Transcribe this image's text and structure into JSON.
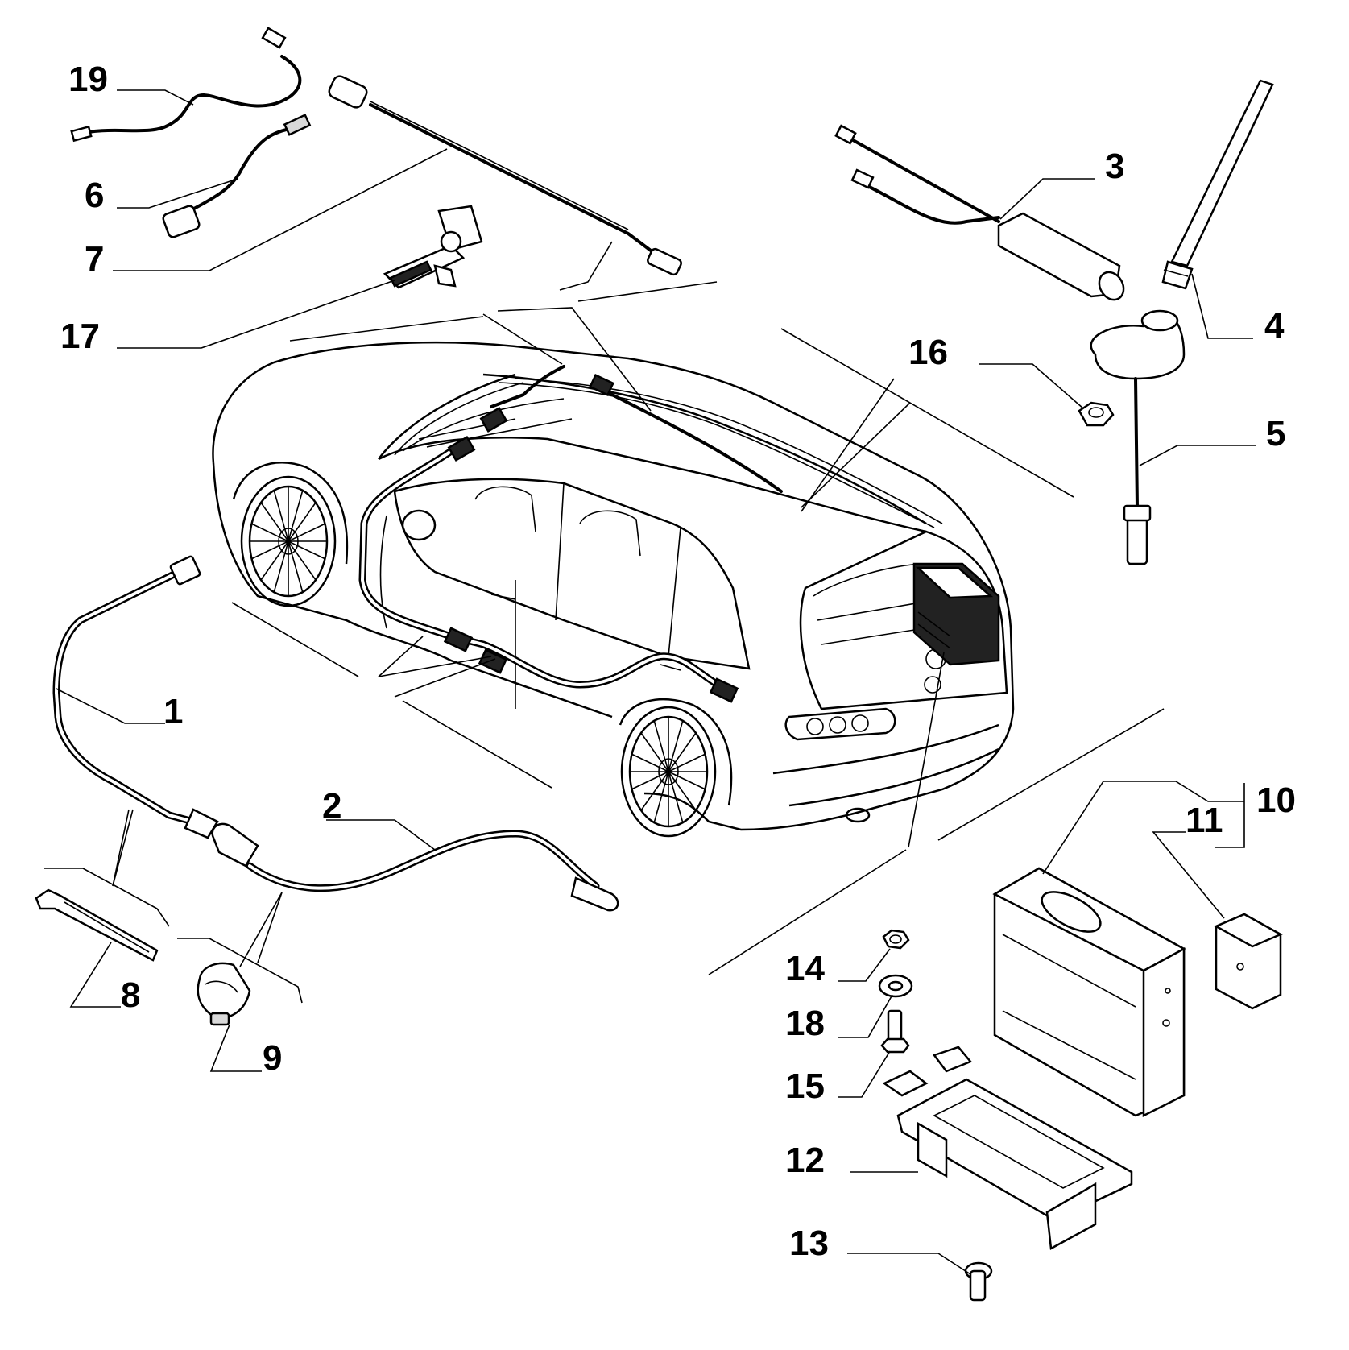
{
  "diagram": {
    "callouts": [
      {
        "id": "c19",
        "label": "19"
      },
      {
        "id": "c6",
        "label": "6"
      },
      {
        "id": "c7",
        "label": "7"
      },
      {
        "id": "c17",
        "label": "17"
      },
      {
        "id": "c3",
        "label": "3"
      },
      {
        "id": "c4",
        "label": "4"
      },
      {
        "id": "c16",
        "label": "16"
      },
      {
        "id": "c5",
        "label": "5"
      },
      {
        "id": "c1",
        "label": "1"
      },
      {
        "id": "c2",
        "label": "2"
      },
      {
        "id": "c8",
        "label": "8"
      },
      {
        "id": "c9",
        "label": "9"
      },
      {
        "id": "c10",
        "label": "10"
      },
      {
        "id": "c11",
        "label": "11"
      },
      {
        "id": "c14",
        "label": "14"
      },
      {
        "id": "c18",
        "label": "18"
      },
      {
        "id": "c15",
        "label": "15"
      },
      {
        "id": "c12",
        "label": "12"
      },
      {
        "id": "c13",
        "label": "13"
      }
    ]
  }
}
